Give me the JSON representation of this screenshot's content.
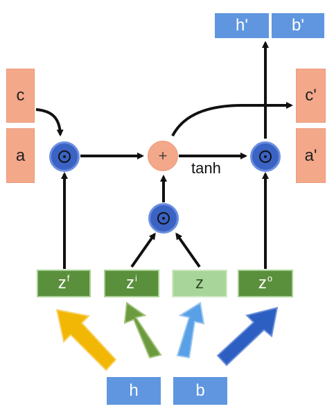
{
  "inputs_left": {
    "c": "c",
    "a": "a"
  },
  "outputs_top": {
    "h_prime": "h'",
    "b_prime": "b'"
  },
  "outputs_right": {
    "c_prime": "c'",
    "a_prime": "a'"
  },
  "gates": {
    "z_f": {
      "base": "z",
      "sup": "f"
    },
    "z_i": {
      "base": "z",
      "sup": "i"
    },
    "z": {
      "base": "z",
      "sup": ""
    },
    "z_o": {
      "base": "z",
      "sup": "o"
    }
  },
  "inputs_bottom": {
    "h": "h",
    "b": "b"
  },
  "ops": {
    "plus": "+",
    "tanh": "tanh"
  },
  "colors": {
    "orange_box": "#f4a88a",
    "blue_box": "#5f96df",
    "green_gate": "#5a8f3c",
    "green_gate_light": "#a8d69a",
    "multiply_node": "#3a63c4",
    "arrow_yellow": "#f2b705",
    "arrow_green": "#6c9a3e",
    "arrow_light_blue": "#5aa0e6",
    "arrow_dark_blue": "#2d5fc2"
  }
}
